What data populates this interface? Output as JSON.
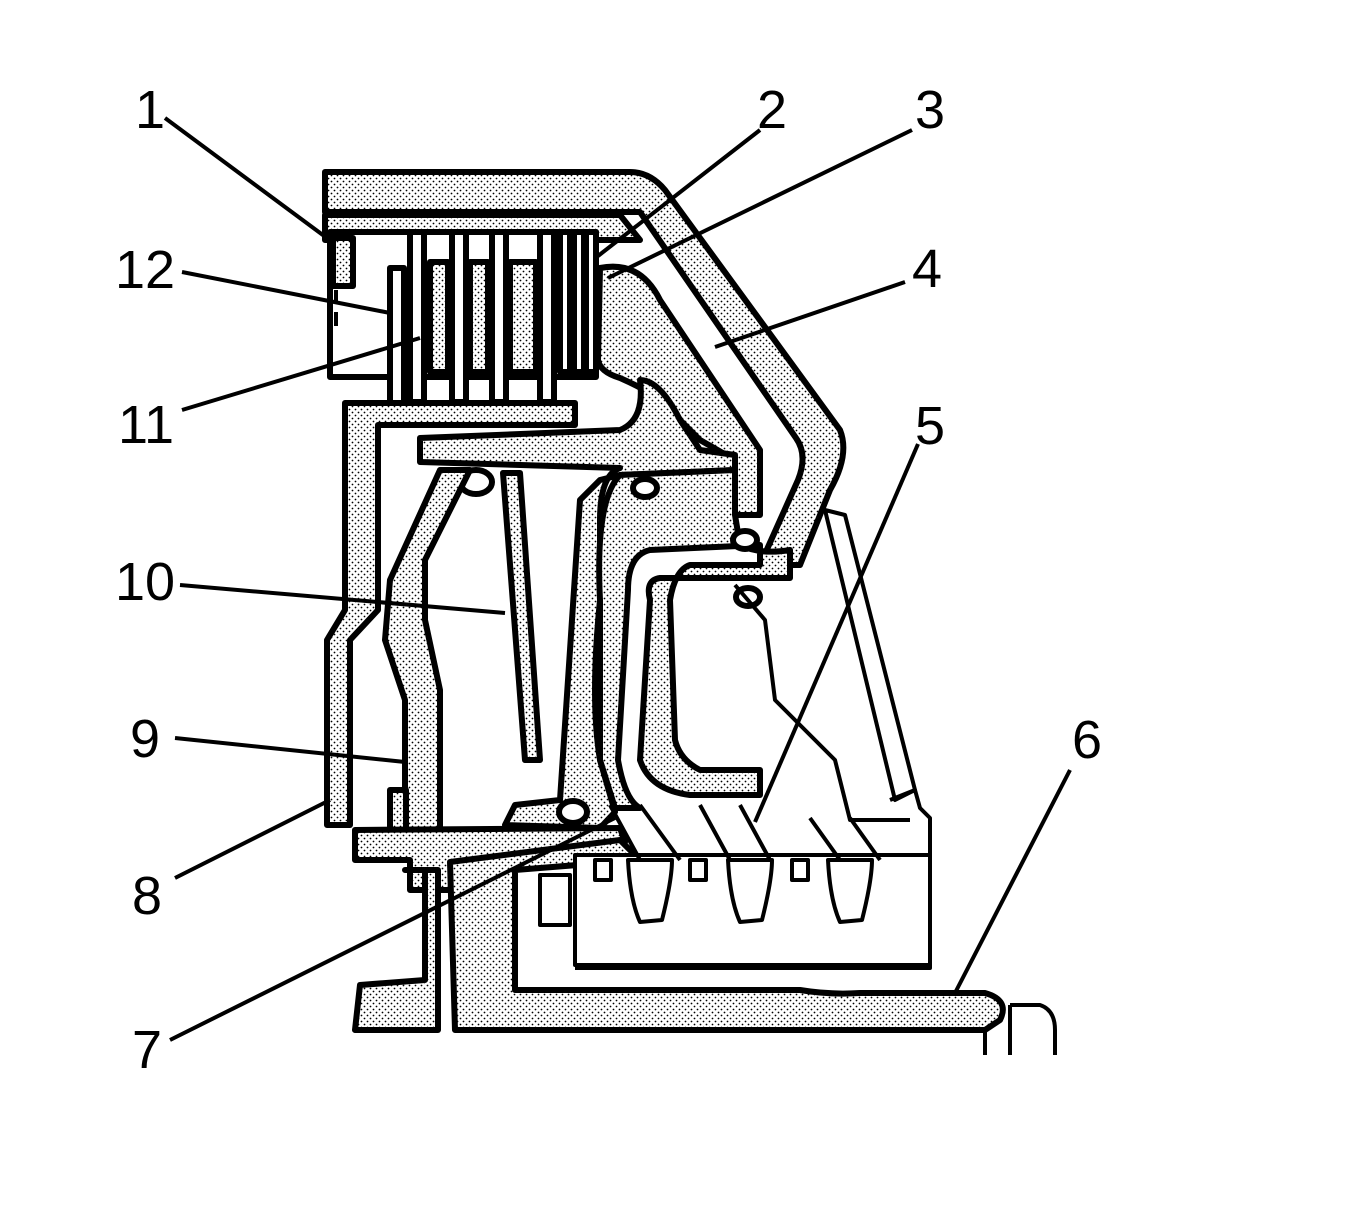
{
  "diagram": {
    "callouts": [
      "1",
      "2",
      "3",
      "4",
      "5",
      "6",
      "7",
      "8",
      "9",
      "10",
      "11",
      "12"
    ]
  },
  "colors": {
    "line": "#000000",
    "stipple_dot": "#000000",
    "background": "#ffffff"
  }
}
